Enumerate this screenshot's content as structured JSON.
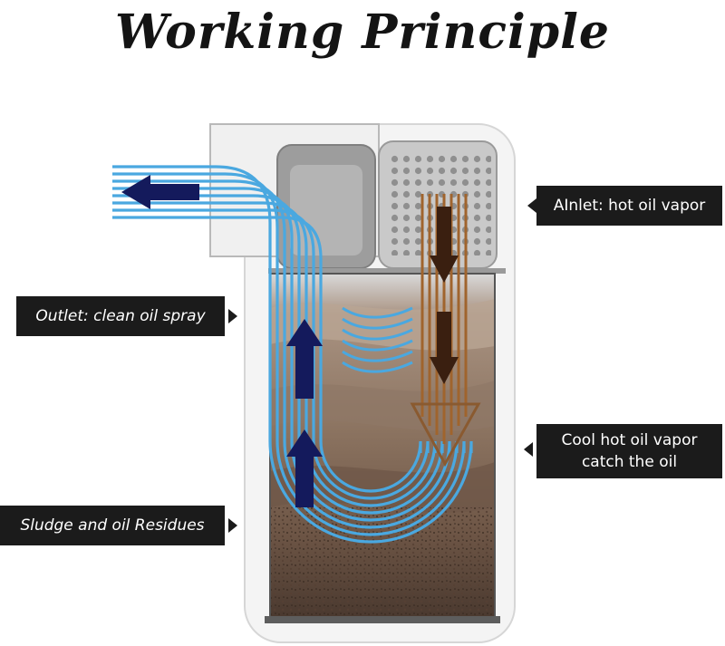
{
  "title": "Working Principle",
  "labels": {
    "inlet": "AInlet: hot oil vapor",
    "outlet": "Outlet: clean oil spray",
    "cool_line1": "Cool hot oil vapor",
    "cool_line2": "catch the oil",
    "sludge": "Sludge and oil Residues"
  },
  "colors": {
    "outlet_flow": "#4aa8e0",
    "outlet_arrow": "#141a5c",
    "inlet_flow": "#a0642d",
    "inlet_arrow": "#3a1f10",
    "label_bg": "#1b1b1b",
    "label_text": "#ffffff"
  }
}
